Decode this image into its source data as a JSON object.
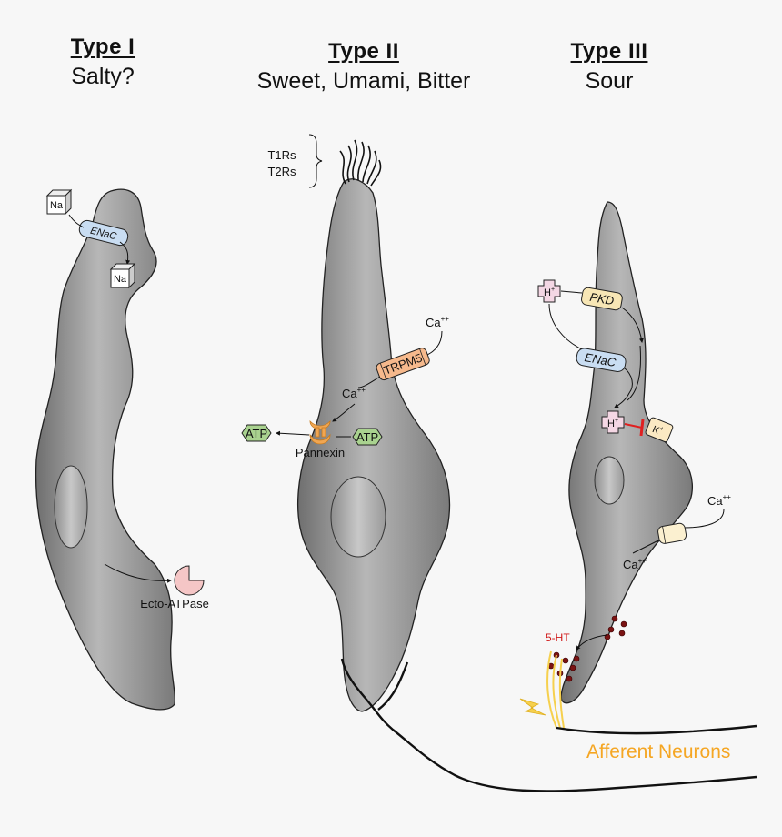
{
  "headings": {
    "type1": {
      "type_label": "Type I",
      "taste_label": "Salty?"
    },
    "type2": {
      "type_label": "Type II",
      "taste_label": "Sweet, Umami, Bitter"
    },
    "type3": {
      "type_label": "Type III",
      "taste_label": "Sour"
    }
  },
  "type1_cell": {
    "ion_outside": "Na",
    "channel": "ENaC",
    "ion_inside": "Na",
    "enzyme": "Ecto-ATPase"
  },
  "type2_cell": {
    "receptors": [
      "T1Rs",
      "T2Rs"
    ],
    "calcium_outside": "Ca",
    "calcium_sup": "++",
    "channel": "TRPM5",
    "calcium_inside": "Ca",
    "atp_inside": "ATP",
    "atp_outside": "ATP",
    "pore": "Pannexin"
  },
  "type3_cell": {
    "proton_outside": "H",
    "proton_sup": "+",
    "channel_pkd": "PKD",
    "channel_enac": "ENaC",
    "proton_inside": "H",
    "potassium": "K",
    "potassium_sup": "+",
    "calcium_outside": "Ca",
    "calcium_inside": "Ca",
    "calcium_sup": "++",
    "neurotransmitter": "5-HT"
  },
  "neurons": {
    "label": "Afferent Neurons"
  },
  "colors": {
    "cell_fill": "#a9a9a9",
    "enac": "#c9ddf2",
    "trpm5": "#f6b98c",
    "atp": "#a9d28f",
    "pannexin": "#f0a652",
    "ecto_atpase": "#f5c6c6",
    "proton": "#f4d7e4",
    "pkd": "#f7e6b5",
    "potassium": "#fbe9c3",
    "vesicle": "#7a1212",
    "neuron_label": "#f5a623",
    "inhibit": "#e02020"
  }
}
